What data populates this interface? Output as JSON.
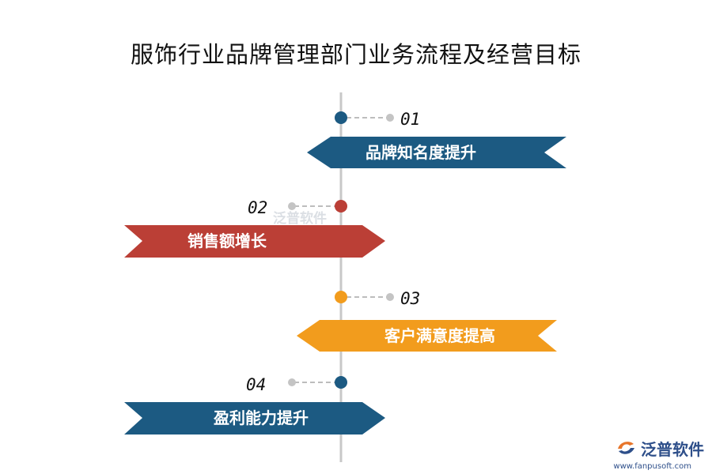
{
  "title": "服饰行业品牌管理部门业务流程及经营目标",
  "colors": {
    "blue": "#1c5a82",
    "red": "#bb3f36",
    "orange": "#f29c1d",
    "axis": "#c8c8c8"
  },
  "steps": [
    {
      "num": "01",
      "label": "品牌知名度提升",
      "color": "#1c5a82",
      "side": "right"
    },
    {
      "num": "02",
      "label": "销售额增长",
      "color": "#bb3f36",
      "side": "left"
    },
    {
      "num": "03",
      "label": "客户满意度提高",
      "color": "#f29c1d",
      "side": "right"
    },
    {
      "num": "04",
      "label": "盈利能力提升",
      "color": "#1c5a82",
      "side": "left"
    }
  ],
  "watermark": "泛普软件",
  "logo": {
    "name": "泛普软件",
    "url": "www.fanpusoft.com",
    "icon": "fanpu-logo-icon"
  }
}
